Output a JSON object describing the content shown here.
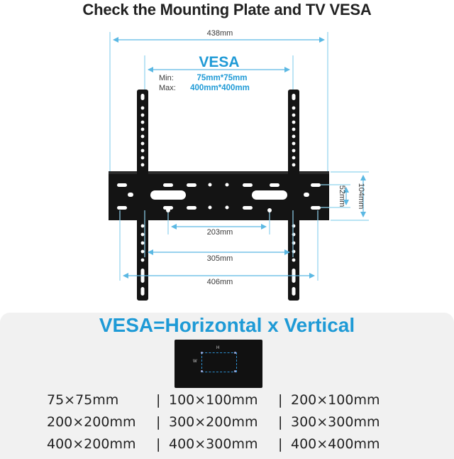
{
  "title": "Check the Mounting Plate and TV VESA",
  "diagram": {
    "dimensions": {
      "overall_width": "438mm",
      "vesa_label": "VESA",
      "min_label": "Min:",
      "min_value": "75mm*75mm",
      "max_label": "Max:",
      "max_value": "400mm*400mm",
      "plate_height": "104mm",
      "slot_spacing": "52mm",
      "hole_spacing_1": "203mm",
      "hole_spacing_2": "305mm",
      "hole_spacing_3": "406mm"
    },
    "colors": {
      "dimension_line": "#8fd3ee",
      "accent_blue": "#1f9ad6",
      "bracket": "#141414"
    }
  },
  "vesa_panel": {
    "heading": "VESA=Horizontal x Vertical",
    "tv_h_label": "H",
    "tv_w_label": "W",
    "size_rows": [
      [
        "75×75mm",
        "|",
        "100×100mm",
        "|",
        "200×100mm"
      ],
      [
        "200×200mm",
        "|",
        "300×200mm",
        "|",
        "300×300mm"
      ],
      [
        "400×200mm",
        "|",
        "400×300mm",
        "|",
        "400×400mm"
      ]
    ]
  }
}
